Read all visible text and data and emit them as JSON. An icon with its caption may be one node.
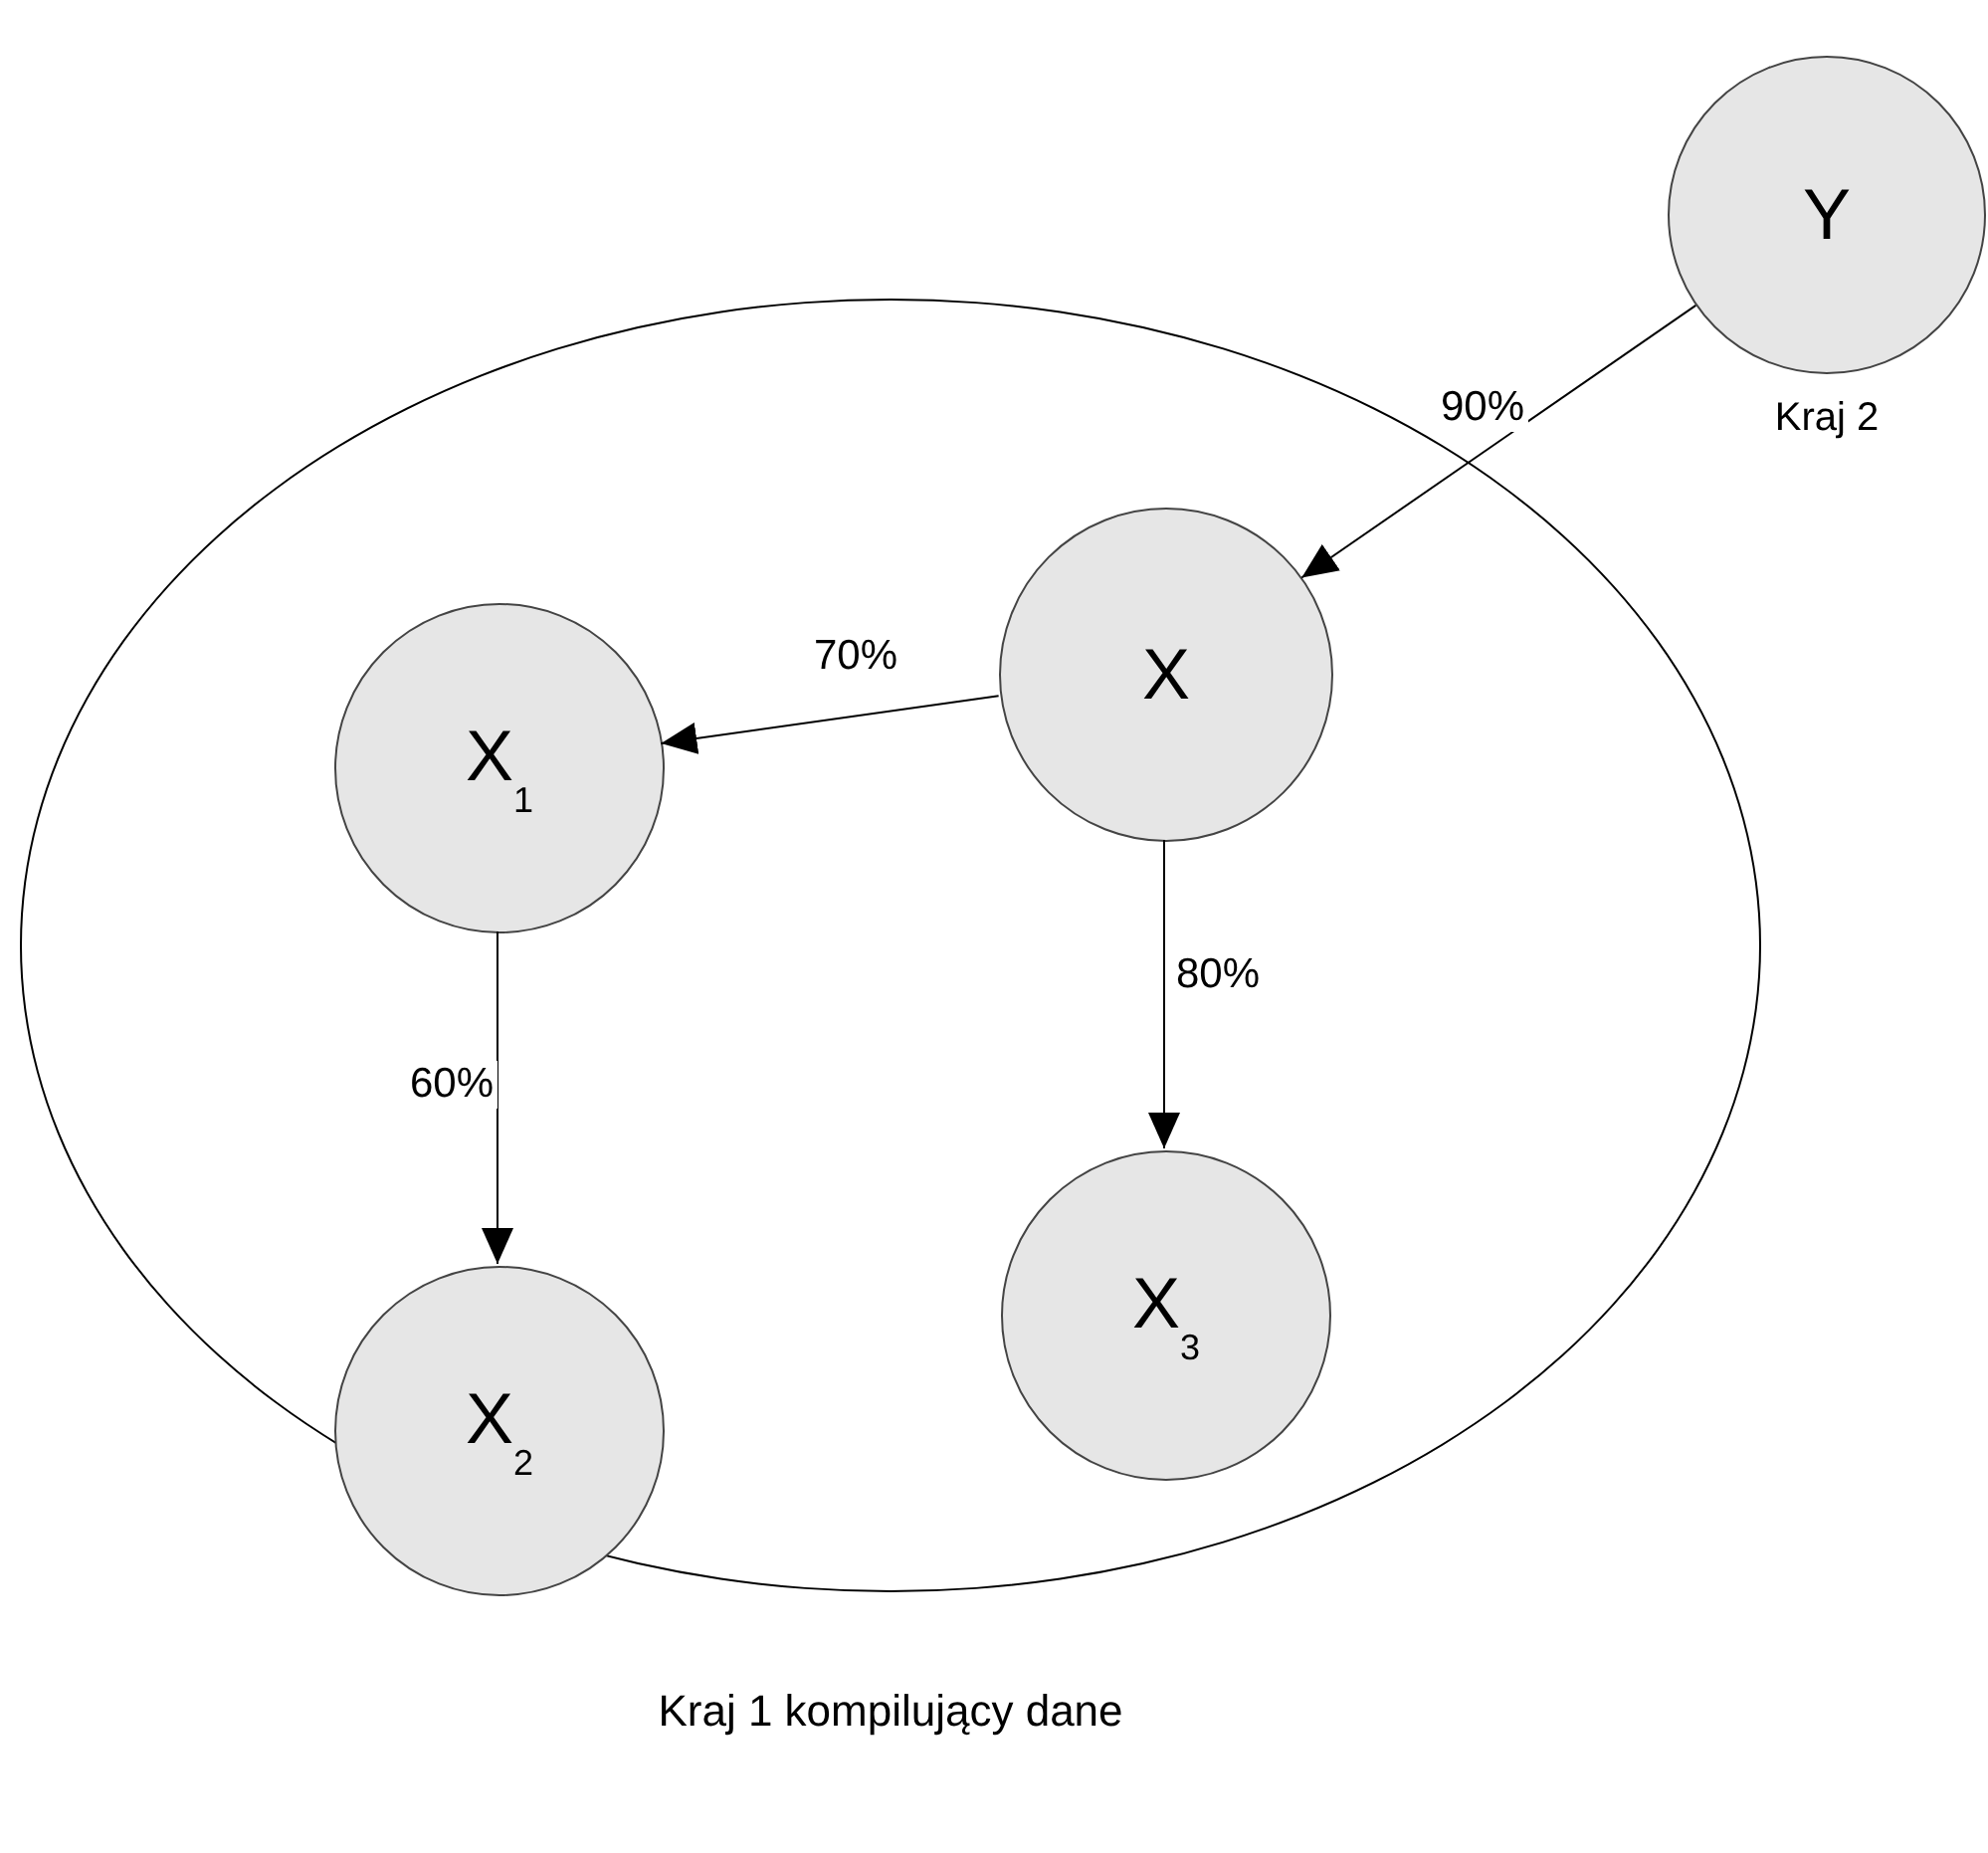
{
  "diagram": {
    "nodes": [
      {
        "text": [
          "Kraj 1 kompilujący dane"
        ]
      },
      {
        "text": [
          "Y"
        ],
        "beside": [
          "Kraj 2"
        ]
      },
      {
        "text": [
          "X"
        ],
        "in": 0
      },
      {
        "text": [
          "X$_{1}$"
        ],
        "in": 0
      },
      {
        "text": [
          "X$_{2}$"
        ],
        "in": 0
      },
      {
        "text": [
          "X$_{3}$"
        ],
        "in": 0
      }
    ],
    "edges": [
      {
        "from": 1,
        "to": 2,
        "arrow": "to",
        "label": "90%"
      },
      {
        "from": 2,
        "to": 3,
        "arrow": "to",
        "label": "70%"
      },
      {
        "from": 3,
        "to": 4,
        "arrow": "to",
        "label": "60%"
      },
      {
        "from": 2,
        "to": 5,
        "arrow": "to",
        "label": "80%"
      }
    ]
  }
}
